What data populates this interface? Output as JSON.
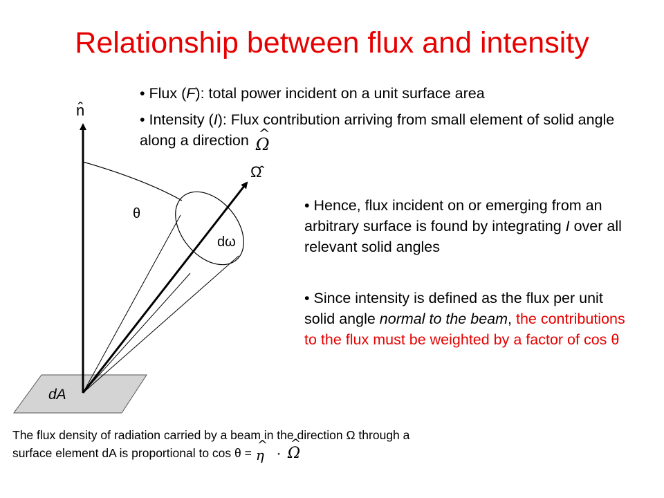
{
  "slide": {
    "title": "Relationship between flux and intensity"
  },
  "bullets": {
    "b1": {
      "pre": "• Flux (",
      "sym": "F",
      "post": "): total power incident on a unit surface area"
    },
    "b2": {
      "pre": "• Intensity (",
      "sym": "I",
      "post": "): Flux contribution arriving from small element of solid angle along a direction"
    },
    "b3": {
      "pre": "• Hence, flux incident on or emerging from an arbitrary surface is found by integrating ",
      "sym": "I",
      "post": " over all relevant solid angles"
    },
    "b4": {
      "pre": "• Since intensity is defined as the flux per unit solid angle ",
      "em": "normal to the beam",
      "post": ", ",
      "red": "the contributions to the flux must be weighted by a factor of cos θ"
    }
  },
  "caption": {
    "text": "The flux density of radiation carried by a beam in the direction Ω through a surface element dA is proportional to cos θ ="
  },
  "math": {
    "omega": "Ω",
    "eta": "η",
    "hat": "^",
    "dot": "·"
  },
  "diagram": {
    "normal_label": "n̂",
    "direction_label": "Ω̂",
    "theta_label": "θ",
    "domega_label": "dω",
    "area_label": "dA"
  },
  "colors": {
    "accent": "#e60000",
    "plane": "#d4d4d4"
  }
}
